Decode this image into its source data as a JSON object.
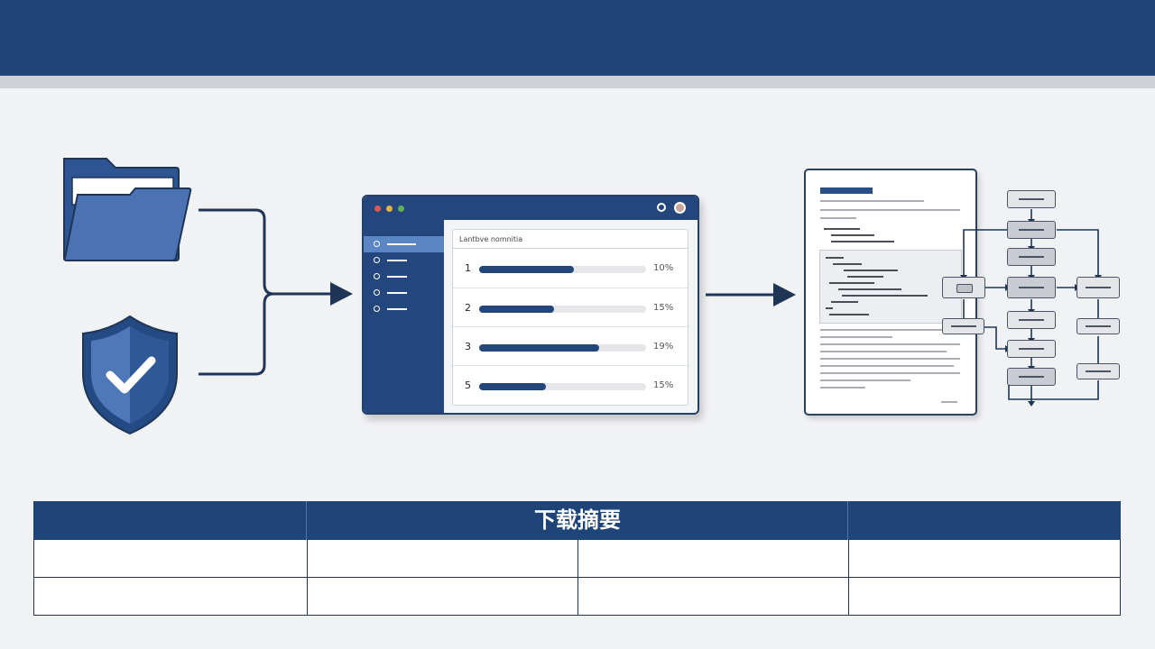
{
  "colors": {
    "primary": "#1f4478",
    "accent": "#5b86c4",
    "background": "#f1f2f4",
    "flow_box": "#c9ccd2"
  },
  "icons": {
    "folder": "folder-icon",
    "shield": "shield-check-icon",
    "arrow": "arrow-right-icon",
    "document": "document-icon",
    "flowchart": "flowchart-icon"
  },
  "app_window": {
    "panel_title": "Lantbve nomnitia",
    "rows": [
      {
        "index": "1",
        "fraction": 0.57,
        "percent_label": "10%"
      },
      {
        "index": "2",
        "fraction": 0.45,
        "percent_label": "15%"
      },
      {
        "index": "3",
        "fraction": 0.72,
        "percent_label": "19%"
      },
      {
        "index": "5",
        "fraction": 0.4,
        "percent_label": "15%"
      }
    ]
  },
  "summary_table": {
    "title": "下载摘要",
    "columns": 4,
    "rows": 2
  }
}
